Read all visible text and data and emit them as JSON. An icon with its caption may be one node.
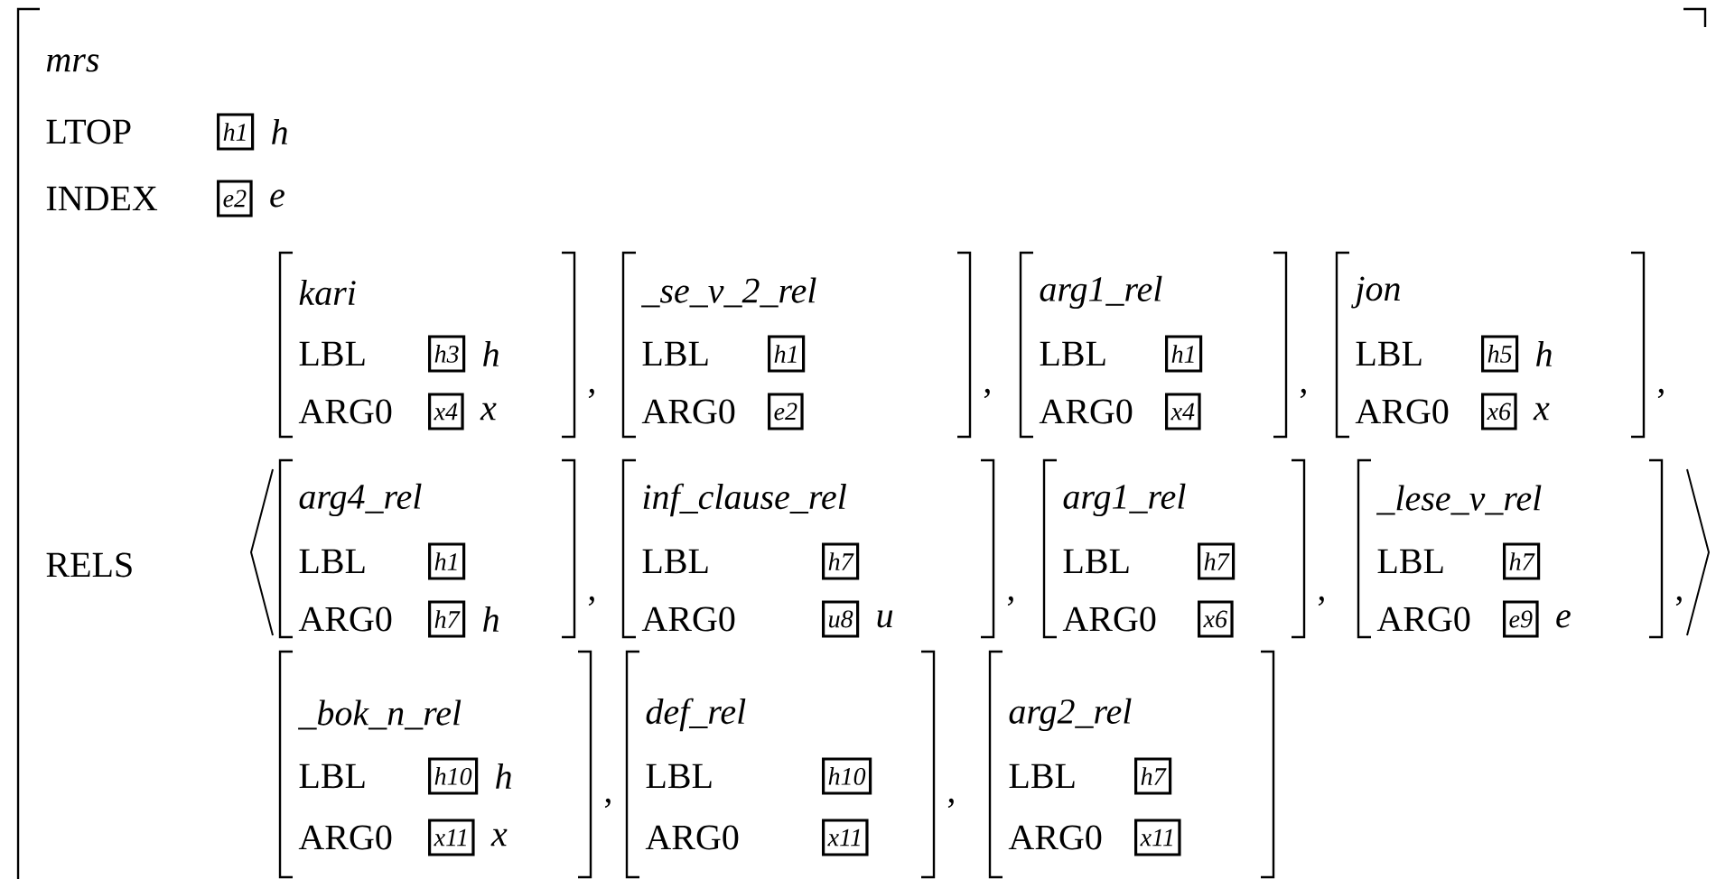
{
  "diagram": {
    "nodes": [
      {
        "text": [
          "mrs",
          "LTOP",
          "INDEX",
          "RELS"
        ]
      },
      {
        "text": [
          "h1"
        ],
        "in": 0,
        "beside": [
          "h"
        ]
      },
      {
        "text": [
          "e2"
        ],
        "in": 0,
        "beside": [
          "e"
        ]
      },
      {
        "text": [
          "kari",
          "LBL",
          "ARG0"
        ],
        "in": 0
      },
      {
        "text": [
          "h3"
        ],
        "in": 3,
        "beside": [
          "h"
        ]
      },
      {
        "text": [
          "x4"
        ],
        "in": 3,
        "beside": [
          "x"
        ]
      },
      {
        "text": [
          "_se_v_2_rel",
          "LBL",
          "ARG0"
        ],
        "in": 0
      },
      {
        "text": [
          "h1"
        ],
        "in": 6
      },
      {
        "text": [
          "e2"
        ],
        "in": 6
      },
      {
        "text": [
          "arg1_rel",
          "LBL",
          "ARG0"
        ],
        "in": 0
      },
      {
        "text": [
          "h1"
        ],
        "in": 9
      },
      {
        "text": [
          "x4"
        ],
        "in": 9
      },
      {
        "text": [
          "jon",
          "LBL",
          "ARG0"
        ],
        "in": 0
      },
      {
        "text": [
          "h5"
        ],
        "in": 12,
        "beside": [
          "h"
        ]
      },
      {
        "text": [
          "x6"
        ],
        "in": 12,
        "beside": [
          "x"
        ]
      },
      {
        "text": [
          "arg4_rel",
          "LBL",
          "ARG0"
        ],
        "in": 0
      },
      {
        "text": [
          "h1"
        ],
        "in": 15
      },
      {
        "text": [
          "h7"
        ],
        "in": 15,
        "beside": [
          "h"
        ]
      },
      {
        "text": [
          "inf_clause_rel",
          "LBL",
          "ARG0"
        ],
        "in": 0
      },
      {
        "text": [
          "h7"
        ],
        "in": 18
      },
      {
        "text": [
          "u8"
        ],
        "in": 18,
        "beside": [
          "u"
        ]
      },
      {
        "text": [
          "arg1_rel",
          "LBL",
          "ARG0"
        ],
        "in": 0
      },
      {
        "text": [
          "h7"
        ],
        "in": 21
      },
      {
        "text": [
          "x6"
        ],
        "in": 21
      },
      {
        "text": [
          "_lese_v_rel",
          "LBL",
          "ARG0"
        ],
        "in": 0
      },
      {
        "text": [
          "h7"
        ],
        "in": 24
      },
      {
        "text": [
          "e9"
        ],
        "in": 24,
        "beside": [
          "e"
        ]
      },
      {
        "text": [
          "_bok_n_rel",
          "LBL",
          "ARG0"
        ],
        "in": 0
      },
      {
        "text": [
          "h10"
        ],
        "in": 27,
        "beside": [
          "h"
        ]
      },
      {
        "text": [
          "x11"
        ],
        "in": 27,
        "beside": [
          "x"
        ]
      },
      {
        "text": [
          "def_rel",
          "LBL",
          "ARG0"
        ],
        "in": 0
      },
      {
        "text": [
          "h10"
        ],
        "in": 30
      },
      {
        "text": [
          "x11"
        ],
        "in": 30
      },
      {
        "text": [
          "arg2_rel",
          "LBL",
          "ARG0"
        ],
        "in": 0
      },
      {
        "text": [
          "h7"
        ],
        "in": 33
      },
      {
        "text": [
          "x11"
        ],
        "in": 33
      }
    ],
    "labels": [
      ",",
      ",",
      ",",
      ",",
      ",",
      ",",
      ",",
      ",",
      ",",
      ","
    ]
  }
}
